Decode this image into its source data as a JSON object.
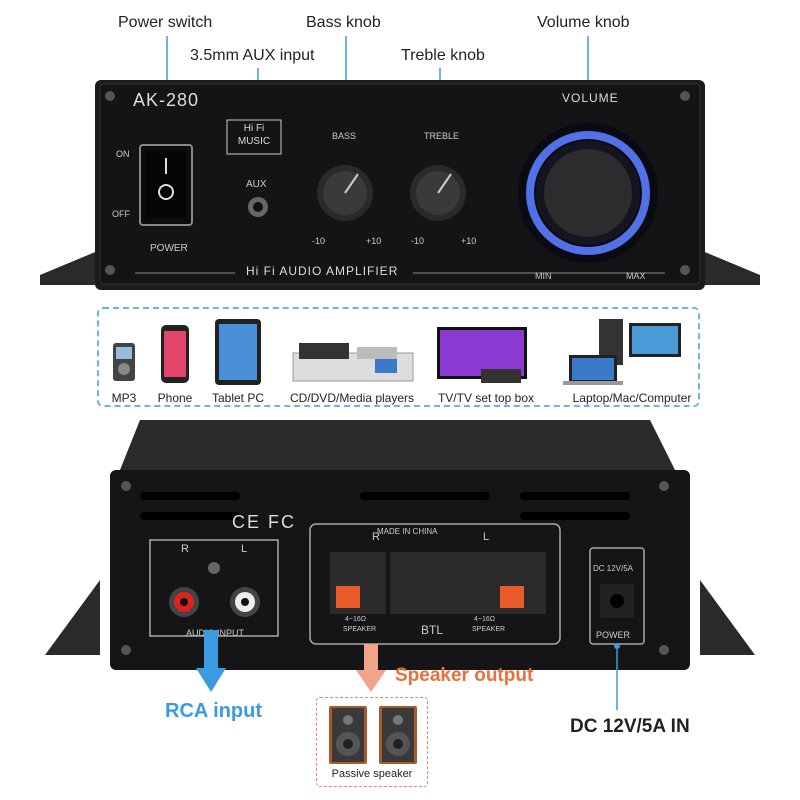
{
  "callouts": {
    "power_switch": "Power switch",
    "aux_input": "3.5mm AUX input",
    "bass_knob": "Bass knob",
    "treble_knob": "Treble knob",
    "volume_knob": "Volume knob"
  },
  "front_panel": {
    "model": "AK-280",
    "badge_line1": "Hi Fi",
    "badge_line2": "MUSIC",
    "on": "ON",
    "off": "OFF",
    "power": "POWER",
    "aux": "AUX",
    "bass": "BASS",
    "treble": "TREBLE",
    "minus10": "-10",
    "plus10": "+10",
    "volume": "VOLUME",
    "min": "MIN",
    "max": "MAX",
    "footer": "Hi Fi AUDIO AMPLIFIER"
  },
  "devices": [
    {
      "label": "MP3",
      "icon": "mp3-player-icon"
    },
    {
      "label": "Phone",
      "icon": "phone-icon"
    },
    {
      "label": "Tablet PC",
      "icon": "tablet-icon"
    },
    {
      "label": "CD/DVD/Media players",
      "icon": "media-player-icon"
    },
    {
      "label": "TV/TV set top box",
      "icon": "tv-icon"
    },
    {
      "label": "Laptop/Mac/Computer",
      "icon": "computer-icon"
    }
  ],
  "rear_panel": {
    "ce_fcc": "CE FC",
    "made_in": "MADE IN CHINA",
    "r": "R",
    "l": "L",
    "btl": "BTL",
    "speaker_spec": "4~16Ω",
    "speaker_word": "SPEAKER",
    "audio_input": "AUDIO INPUT",
    "dc": "DC 12V/5A",
    "power": "POWER"
  },
  "labels": {
    "rca_input": "RCA input",
    "speaker_output": "Speaker output",
    "dc_in": "DC 12V/5A IN",
    "passive_speaker": "Passive speaker"
  },
  "colors": {
    "rca_arrow": "#3a9be0",
    "speaker_arrow": "#f0a48a",
    "speaker_text": "#e8703a",
    "volume_glow": "#5a7cff"
  }
}
